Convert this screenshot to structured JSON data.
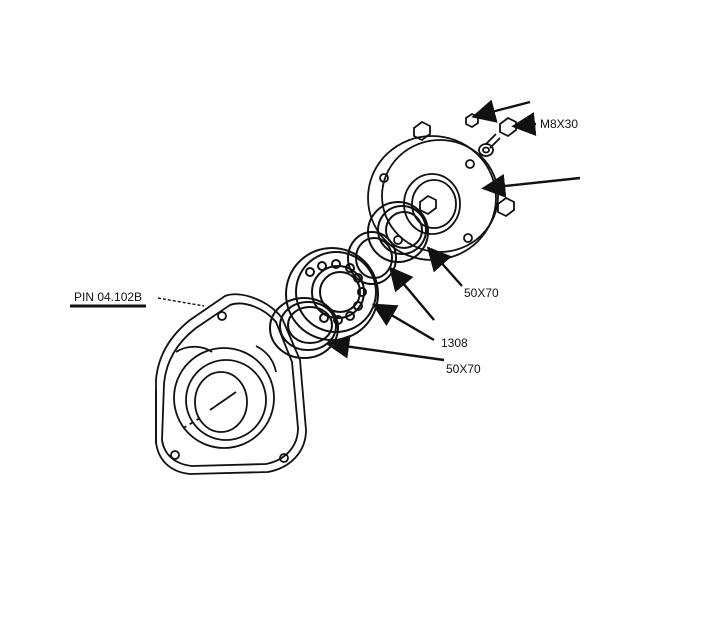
{
  "labels": {
    "pin": "PIN 04.102B",
    "bolt": "M8X30",
    "seal_top": "50X70",
    "bearing": "1308",
    "seal_bottom": "50X70"
  },
  "colors": {
    "ink": "#111111",
    "background": "#ffffff"
  }
}
